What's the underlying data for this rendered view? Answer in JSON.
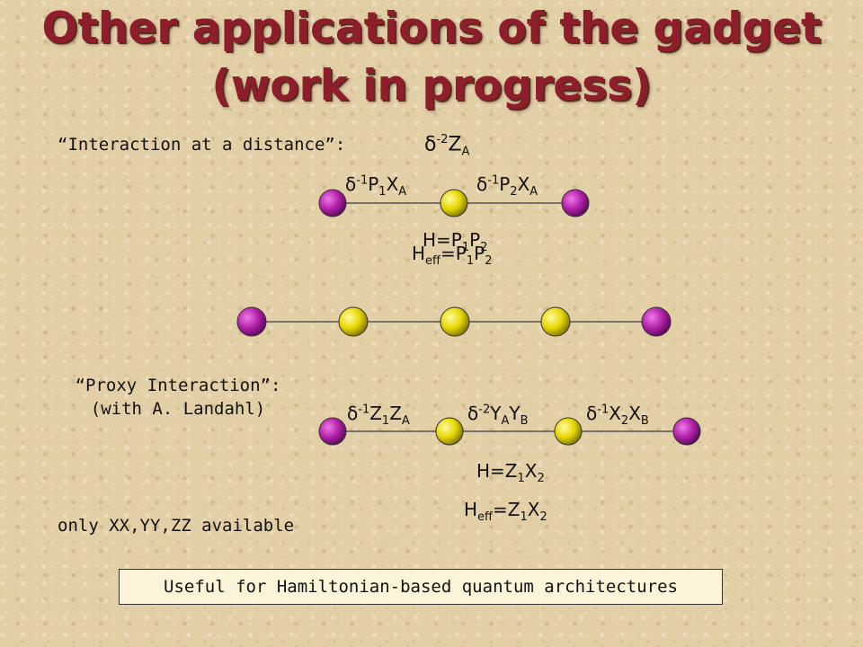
{
  "title": {
    "line1": "Other applications of the gadget",
    "line2": "(work in progress)"
  },
  "interaction_at_distance": {
    "label": "“Interaction at a distance”:",
    "top_coupling": {
      "delta": "δ",
      "exp": "-2",
      "op": "Z",
      "sub": "A"
    },
    "left_coupling": {
      "delta": "δ",
      "exp": "-1",
      "op1": "P",
      "sub1": "1",
      "op2": "X",
      "sub2": "A"
    },
    "right_coupling": {
      "delta": "δ",
      "exp": "-1",
      "op1": "P",
      "sub1": "2",
      "op2": "X",
      "sub2": "A"
    },
    "h_target": {
      "lhs": "H=P",
      "s1": "1",
      "mid": "P",
      "s2": "2"
    },
    "h_eff": {
      "lhs": "H",
      "lhs_sub": "eff",
      "eq": "=P",
      "s1": "1",
      "mid": "P",
      "s2": "2"
    }
  },
  "proxy_interaction": {
    "label_line1": "“Proxy Interaction”:",
    "label_line2": "(with A. Landahl)",
    "left_coupling": {
      "delta": "δ",
      "exp": "-1",
      "op1": "Z",
      "sub1": "1",
      "op2": "Z",
      "sub2": "A"
    },
    "middle_coupling": {
      "delta": "δ",
      "exp": "-2",
      "op1": "Y",
      "sub1": "A",
      "op2": "Y",
      "sub2": "B"
    },
    "right_coupling": {
      "delta": "δ",
      "exp": "-1",
      "op1": "X",
      "sub1": "2",
      "op2": "X",
      "sub2": "B"
    },
    "h_target": {
      "lhs": "H=Z",
      "s1": "1",
      "mid": "X",
      "s2": "2"
    },
    "h_eff": {
      "lhs": "H",
      "lhs_sub": "eff",
      "eq": "=Z",
      "s1": "1",
      "mid": "X",
      "s2": "2"
    },
    "note": "only XX,YY,ZZ available"
  },
  "footer": {
    "text": "Useful for Hamiltonian-based quantum architectures"
  },
  "colors": {
    "title": "#8e1e2c",
    "qubit_purple": "#b020a8",
    "qubit_yellow": "#e6d600",
    "line": "#555555"
  }
}
